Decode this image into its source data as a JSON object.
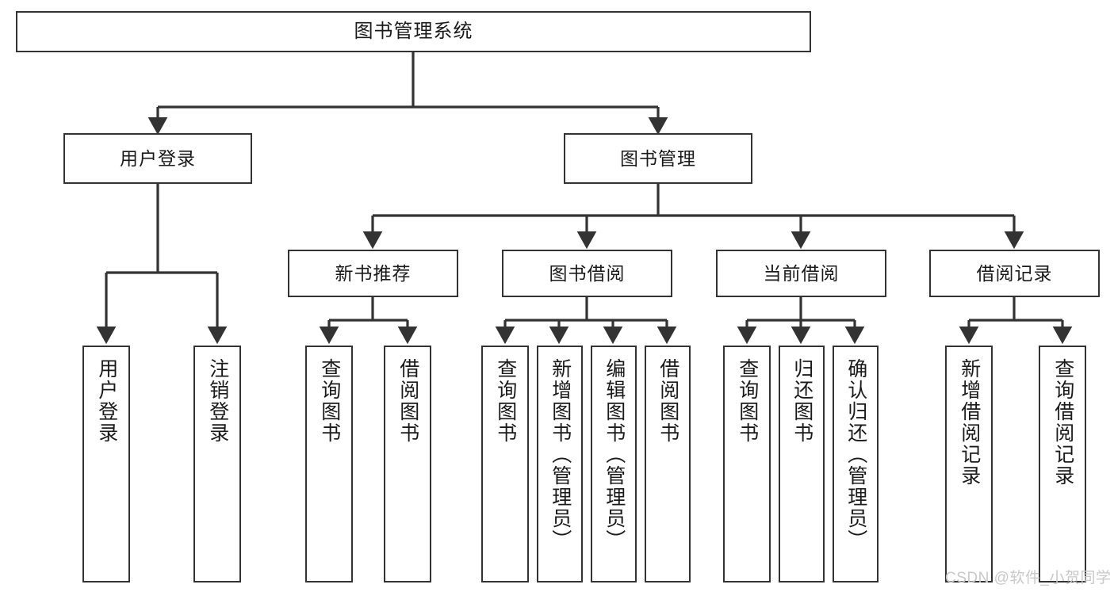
{
  "diagram": {
    "title": "图书管理系统",
    "type": "tree-hierarchy-chart",
    "root": {
      "id": "root",
      "label": "图书管理系统"
    },
    "level2": [
      {
        "id": "user-login",
        "label": "用户登录"
      },
      {
        "id": "book-manage",
        "label": "图书管理"
      }
    ],
    "level3": [
      {
        "id": "new-book-recommend",
        "label": "新书推荐"
      },
      {
        "id": "book-borrow",
        "label": "图书借阅"
      },
      {
        "id": "current-borrow",
        "label": "当前借阅"
      },
      {
        "id": "borrow-record",
        "label": "借阅记录"
      }
    ],
    "leaves": [
      {
        "id": "leaf-user-login",
        "label": "用户登录",
        "parent": "user-login"
      },
      {
        "id": "leaf-logout",
        "label": "注销登录",
        "parent": "user-login"
      },
      {
        "id": "leaf-query-book-1",
        "label": "查询图书",
        "parent": "new-book-recommend"
      },
      {
        "id": "leaf-borrow-book-1",
        "label": "借阅图书",
        "parent": "new-book-recommend"
      },
      {
        "id": "leaf-query-book-2",
        "label": "查询图书",
        "parent": "book-borrow"
      },
      {
        "id": "leaf-add-book",
        "label": "新增图书（管理员）",
        "parent": "book-borrow"
      },
      {
        "id": "leaf-edit-book",
        "label": "编辑图书（管理员）",
        "parent": "book-borrow"
      },
      {
        "id": "leaf-borrow-book-2",
        "label": "借阅图书",
        "parent": "book-borrow"
      },
      {
        "id": "leaf-query-book-3",
        "label": "查询图书",
        "parent": "current-borrow"
      },
      {
        "id": "leaf-return-book",
        "label": "归还图书",
        "parent": "current-borrow"
      },
      {
        "id": "leaf-confirm-return",
        "label": "确认归还（管理员）",
        "parent": "current-borrow"
      },
      {
        "id": "leaf-add-record",
        "label": "新增借阅记录",
        "parent": "borrow-record"
      },
      {
        "id": "leaf-query-record",
        "label": "查询借阅记录",
        "parent": "borrow-record"
      }
    ]
  },
  "watermark": {
    "text": "CSDN @软件_小贺同学"
  },
  "colors": {
    "border": "#333333",
    "background": "#ffffff",
    "text": "#1a1a1a",
    "watermark": "#c9c9c9"
  }
}
